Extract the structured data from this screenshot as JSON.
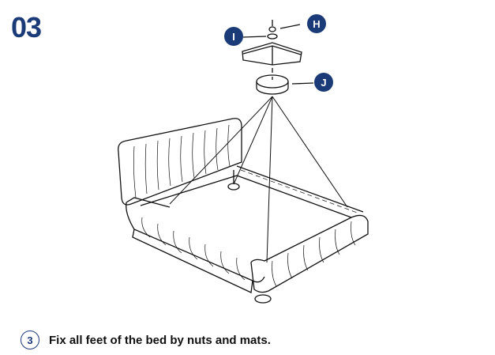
{
  "step": {
    "number": "03"
  },
  "labels": {
    "h": "H",
    "i": "I",
    "j": "J"
  },
  "instruction": {
    "index": "3",
    "text": "Fix all feet of the bed by nuts and mats."
  },
  "colors": {
    "accent": "#1b3a78"
  }
}
